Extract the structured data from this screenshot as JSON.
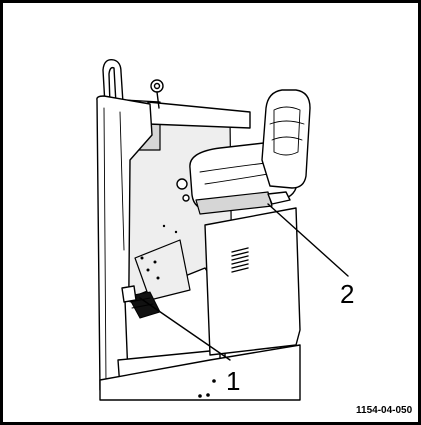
{
  "figure": {
    "id": "1154-04-050",
    "callouts": [
      {
        "label": "1"
      },
      {
        "label": "2"
      }
    ]
  }
}
